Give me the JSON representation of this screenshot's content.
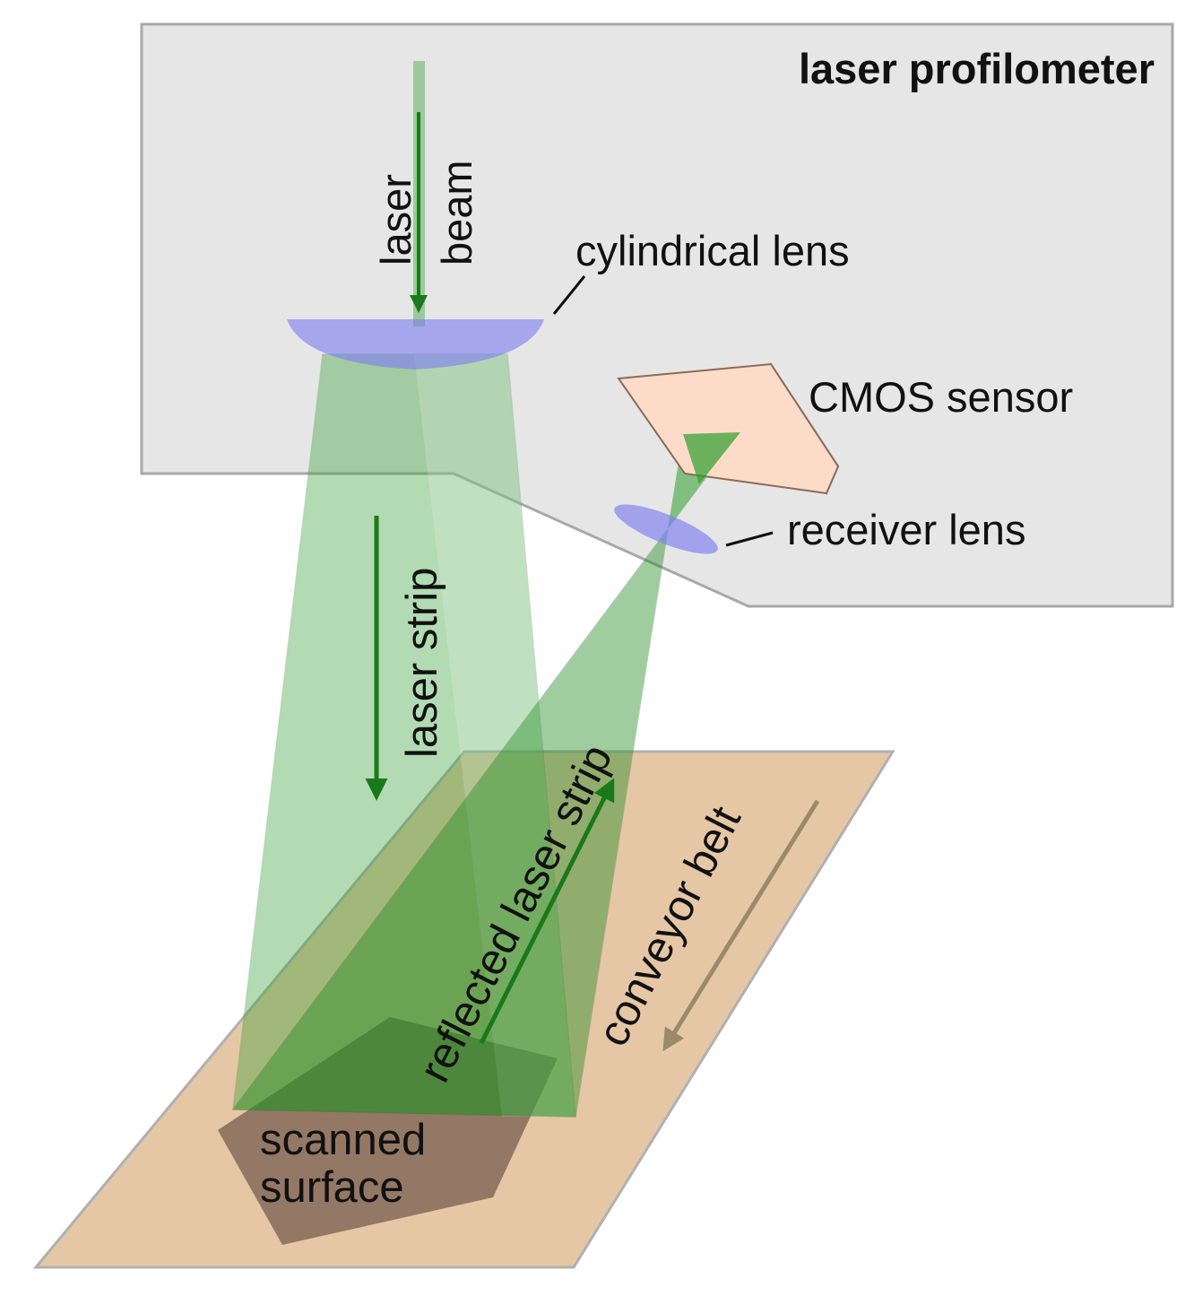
{
  "labels": {
    "title": "laser profilometer",
    "laser": "laser",
    "beam": "beam",
    "cylindrical_lens": "cylindrical lens",
    "cmos_sensor": "CMOS sensor",
    "receiver_lens": "receiver lens",
    "laser_strip": "laser strip",
    "reflected_laser_strip": "reflected laser strip",
    "conveyor_belt": "conveyor belt",
    "scanned_line1": "scanned",
    "scanned_line2": "surface"
  },
  "colors": {
    "housing": "#e6e6e6",
    "housing_border": "#a8a8a8",
    "belt": "#e5c7a6",
    "surface": "#8c7160",
    "laser_green": "#2e9e2e",
    "arrow_green": "#1a7a1a",
    "lens_blue": "#7c7cf0",
    "sensor_face": "#fcdcc8",
    "sensor_edge": "#b98c7a",
    "belt_arrow": "#9a8a6a"
  }
}
